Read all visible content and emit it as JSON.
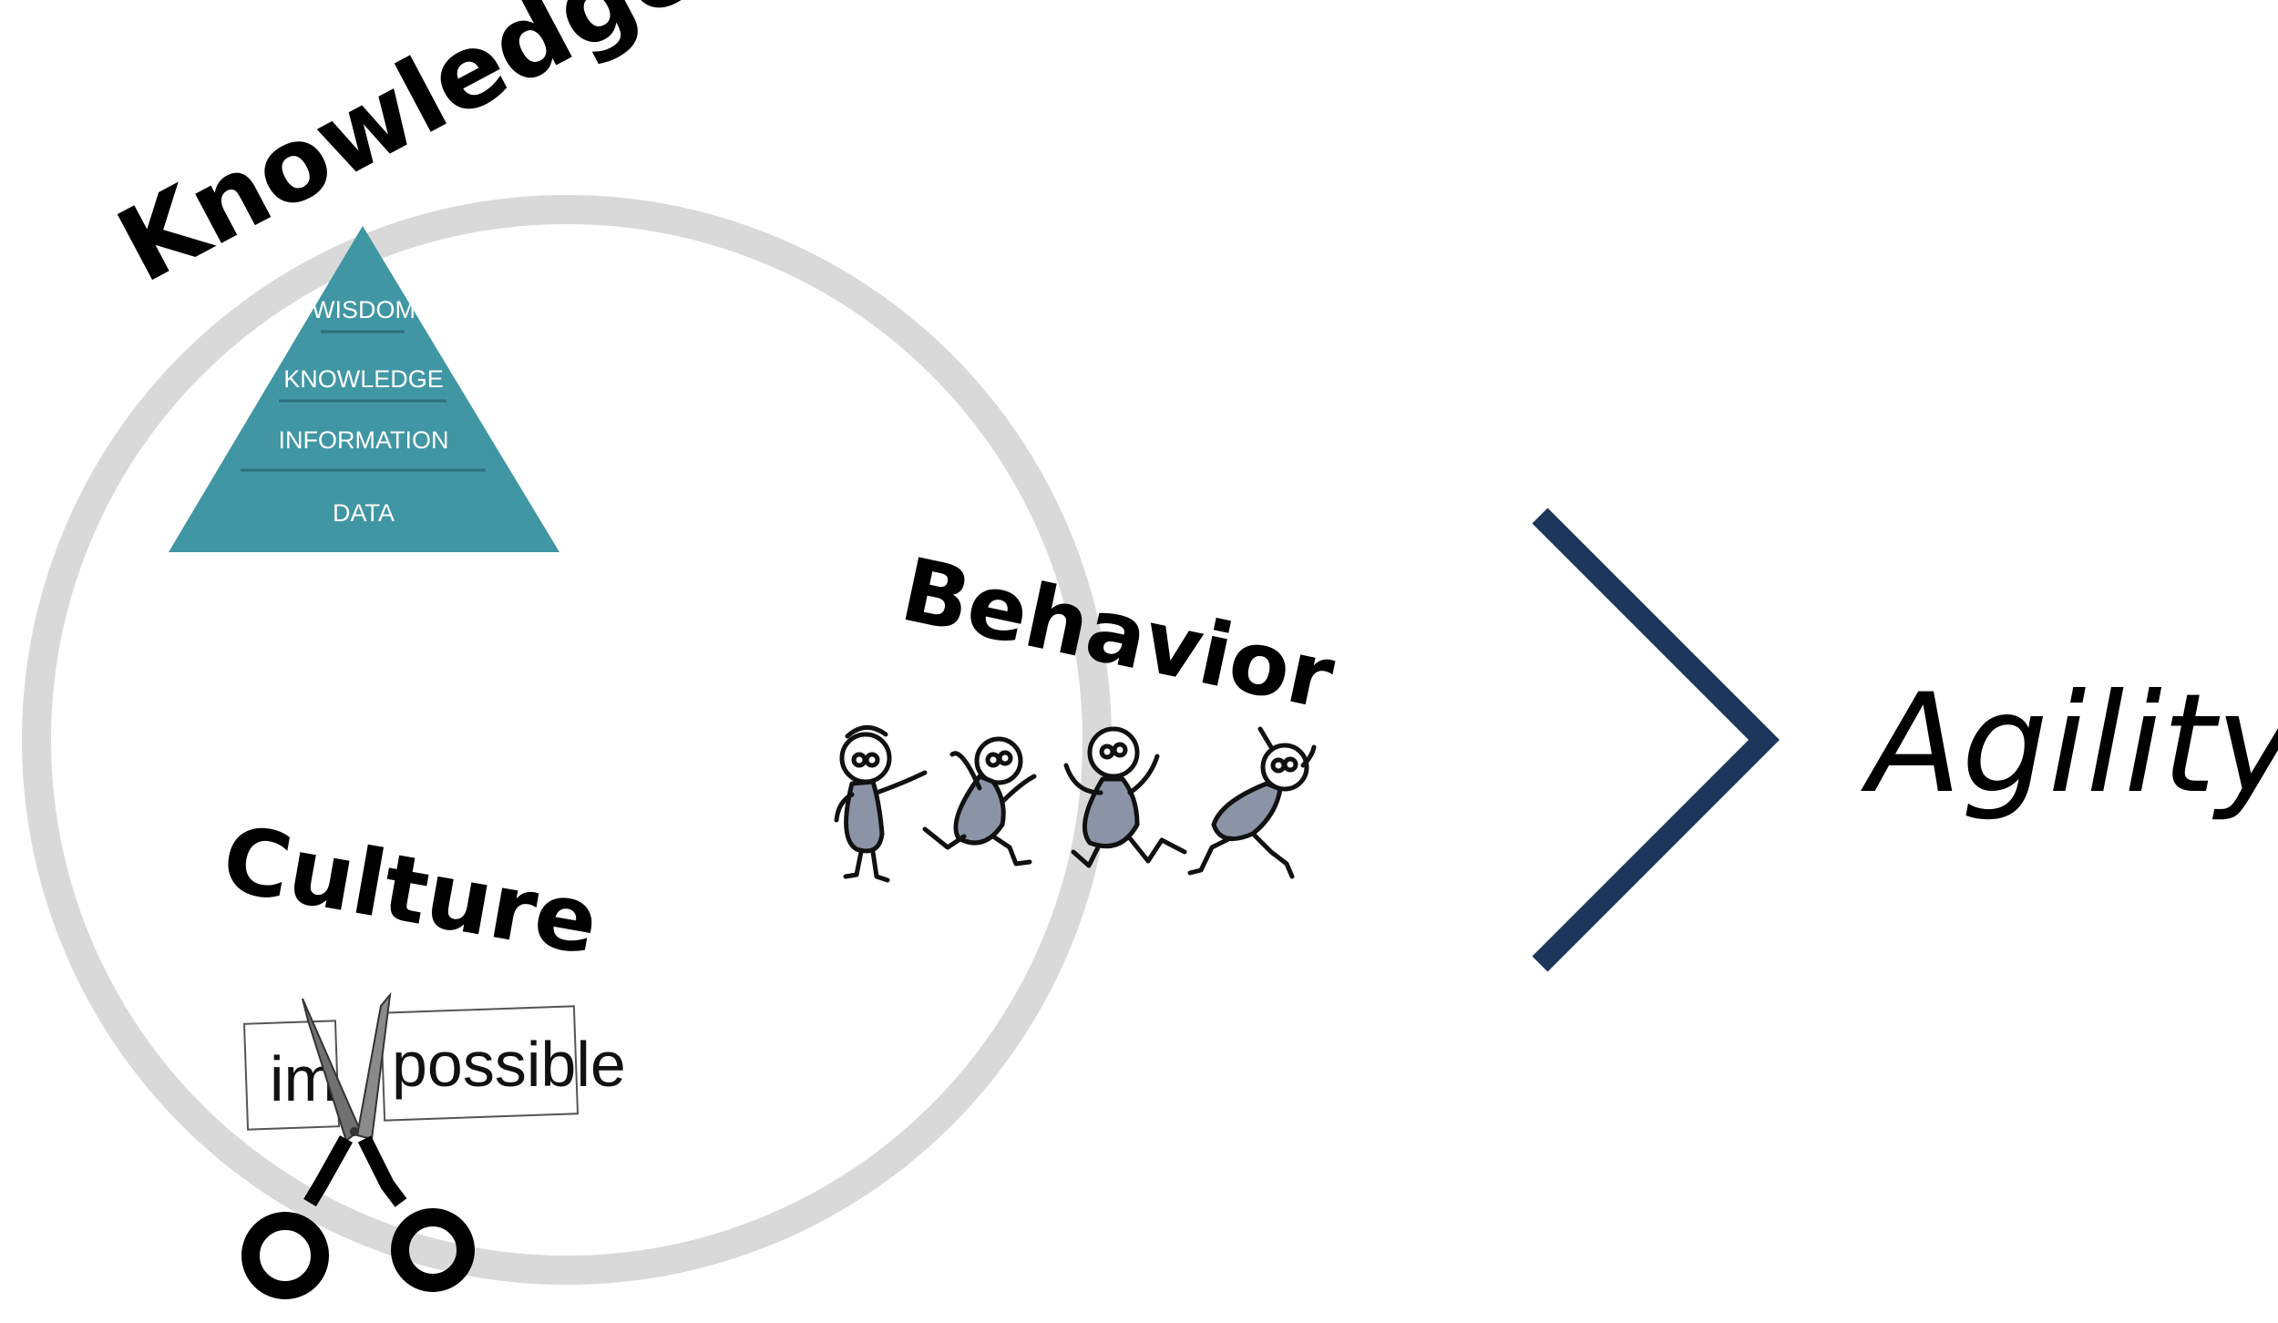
{
  "labels": {
    "knowledge": "Knowledge",
    "behavior": "Behavior",
    "culture": "Culture",
    "agility": "Agility"
  },
  "pyramid": {
    "levels": [
      "WISDOM",
      "KNOWLEDGE",
      "INFORMATION",
      "DATA"
    ],
    "color": "#4196a4"
  },
  "culture_icon": {
    "prefix": "im",
    "word": "possible"
  },
  "colors": {
    "circle": "#d9d9d9",
    "chevron": "#1c365c",
    "figures": "#8b93a7",
    "text": "#000000"
  },
  "icons": {
    "behavior": "dancing-figures-icon",
    "culture": "scissors-icon",
    "knowledge": "dikw-pyramid-icon",
    "arrow": "chevron-right-icon"
  }
}
